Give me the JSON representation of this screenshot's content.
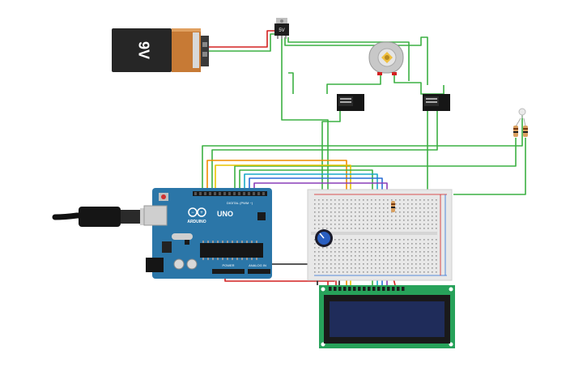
{
  "battery": {
    "label": "9V"
  },
  "regulator": {
    "label": "5V"
  },
  "arduino": {
    "brand": "ARDUINO",
    "model": "UNO",
    "digital_label": "DIGITAL (PWM ~)",
    "power_label": "POWER",
    "analog_label": "ANALOG IN"
  },
  "colors": {
    "wire_green": "#3cb043",
    "wire_red": "#d42020",
    "wire_black": "#202020",
    "wire_orange": "#f08c00",
    "wire_yellow": "#e8c400",
    "wire_blue": "#2a6fd6",
    "wire_cyan": "#19a8c8",
    "wire_purple": "#8a3fb8",
    "board_blue": "#2b76a8",
    "lcd_green": "#27a25a",
    "lcd_screen": "#1f2c5a"
  }
}
